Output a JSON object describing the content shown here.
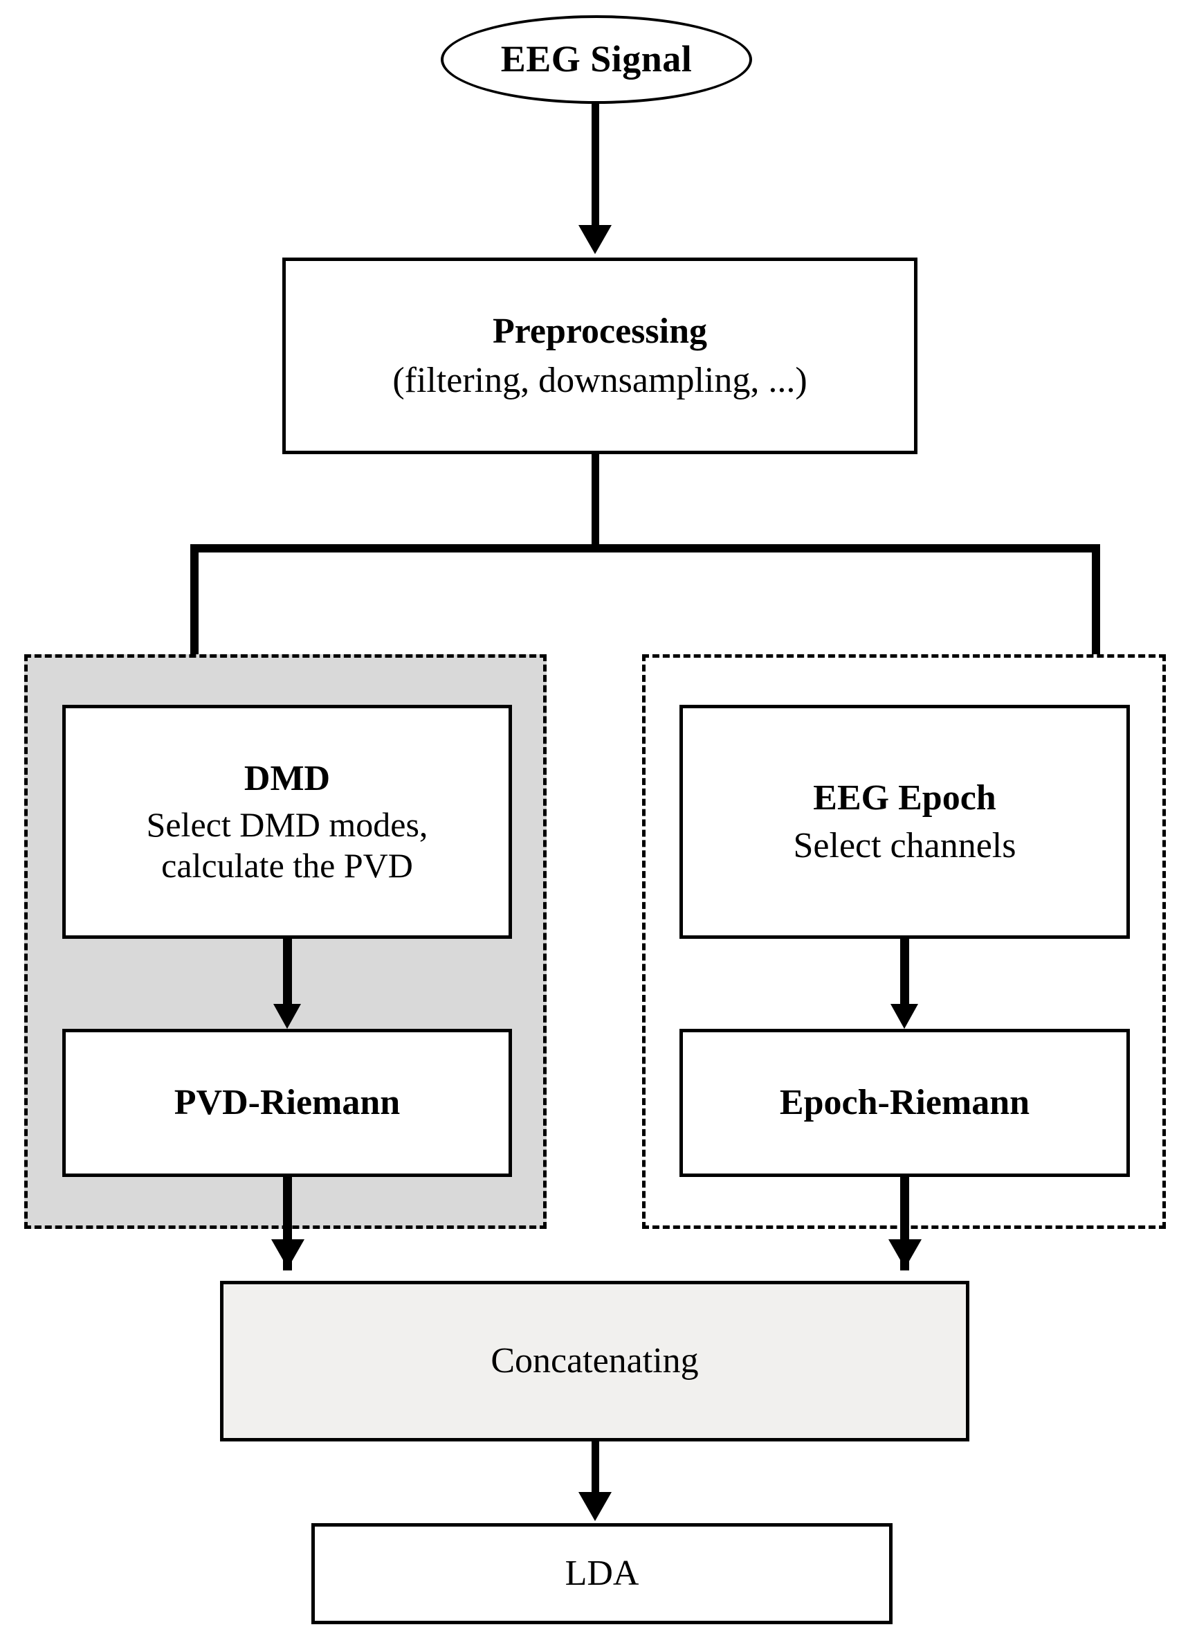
{
  "diagram": {
    "title": "EEG Signal Processing Pipeline Flowchart",
    "colors": {
      "stroke": "#000000",
      "background": "#ffffff",
      "group_highlight_fill": "#d9d9d9",
      "concatenating_fill": "#f1f0ee"
    },
    "nodes": {
      "eeg_signal": {
        "label": "EEG Signal",
        "shape": "ellipse"
      },
      "preprocessing": {
        "title": "Preprocessing",
        "subtitle": "(filtering, downsampling, ...)",
        "shape": "rectangle"
      },
      "dmd": {
        "title": "DMD",
        "subtitle_line1": "Select DMD modes,",
        "subtitle_line2": "calculate the PVD",
        "shape": "rectangle"
      },
      "pvd_riemann": {
        "label": "PVD-Riemann",
        "shape": "rectangle"
      },
      "eeg_epoch": {
        "title": "EEG Epoch",
        "subtitle": "Select channels",
        "shape": "rectangle"
      },
      "epoch_riemann": {
        "label": "Epoch-Riemann",
        "shape": "rectangle"
      },
      "concatenating": {
        "label": "Concatenating",
        "shape": "rectangle"
      },
      "lda": {
        "label": "LDA",
        "shape": "rectangle"
      }
    },
    "groups": {
      "left_branch": {
        "style": "dashed",
        "fill": "gray"
      },
      "right_branch": {
        "style": "dashed",
        "fill": "white"
      }
    },
    "icons": {
      "arrow_down": "arrow-down-icon"
    }
  }
}
